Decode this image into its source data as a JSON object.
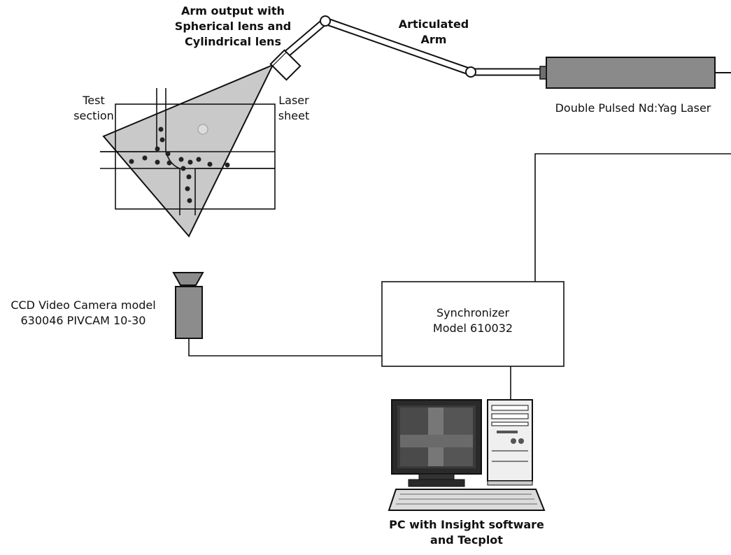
{
  "labels": {
    "arm_output": [
      "Arm output with",
      "Spherical lens and",
      "Cylindrical lens"
    ],
    "articulated_arm": [
      "Articulated",
      "Arm"
    ],
    "laser_name": "Double Pulsed Nd:Yag Laser",
    "test_section": [
      "Test",
      "section"
    ],
    "laser_sheet": [
      "Laser",
      "sheet"
    ],
    "camera": [
      "CCD Video Camera model",
      "630046 PIVCAM 10-30"
    ],
    "synchronizer": [
      "Synchronizer",
      "Model 610032"
    ],
    "pc": [
      "PC with Insight software",
      "and Tecplot"
    ]
  },
  "colors": {
    "laser_body": "#8a8a8a",
    "sheet_fill": "#c9c9c9",
    "camera_body": "#8c8c8c",
    "seed_particle": "#222222",
    "line": "#111111"
  }
}
